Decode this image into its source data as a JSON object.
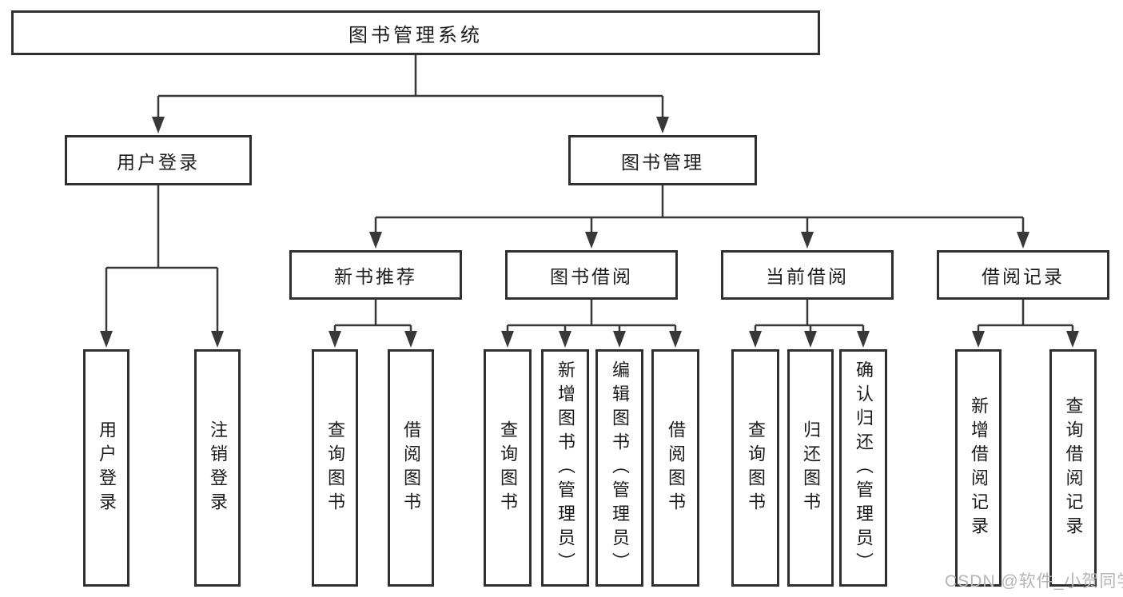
{
  "meta": {
    "watermark": "CSDN @软件_小贺同学",
    "colors": {
      "line": "#3a3a3a",
      "box_border": "#2f2f2f",
      "text": "#1c1c1c",
      "watermark": "#b5b5b5",
      "background": "#ffffff"
    }
  },
  "tree": {
    "label": "图书管理系统",
    "children": [
      {
        "label": "用户登录",
        "children": [
          {
            "label": "用户登录"
          },
          {
            "label": "注销登录"
          }
        ]
      },
      {
        "label": "图书管理",
        "children": [
          {
            "label": "新书推荐",
            "children": [
              {
                "label": "查询图书"
              },
              {
                "label": "借阅图书"
              }
            ]
          },
          {
            "label": "图书借阅",
            "children": [
              {
                "label": "查询图书"
              },
              {
                "label": "新增图书（管理员）"
              },
              {
                "label": "编辑图书（管理员）"
              },
              {
                "label": "借阅图书"
              }
            ]
          },
          {
            "label": "当前借阅",
            "children": [
              {
                "label": "查询图书"
              },
              {
                "label": "归还图书"
              },
              {
                "label": "确认归还（管理员）"
              }
            ]
          },
          {
            "label": "借阅记录",
            "children": [
              {
                "label": "新增借阅记录"
              },
              {
                "label": "查询借阅记录"
              }
            ]
          }
        ]
      }
    ]
  }
}
